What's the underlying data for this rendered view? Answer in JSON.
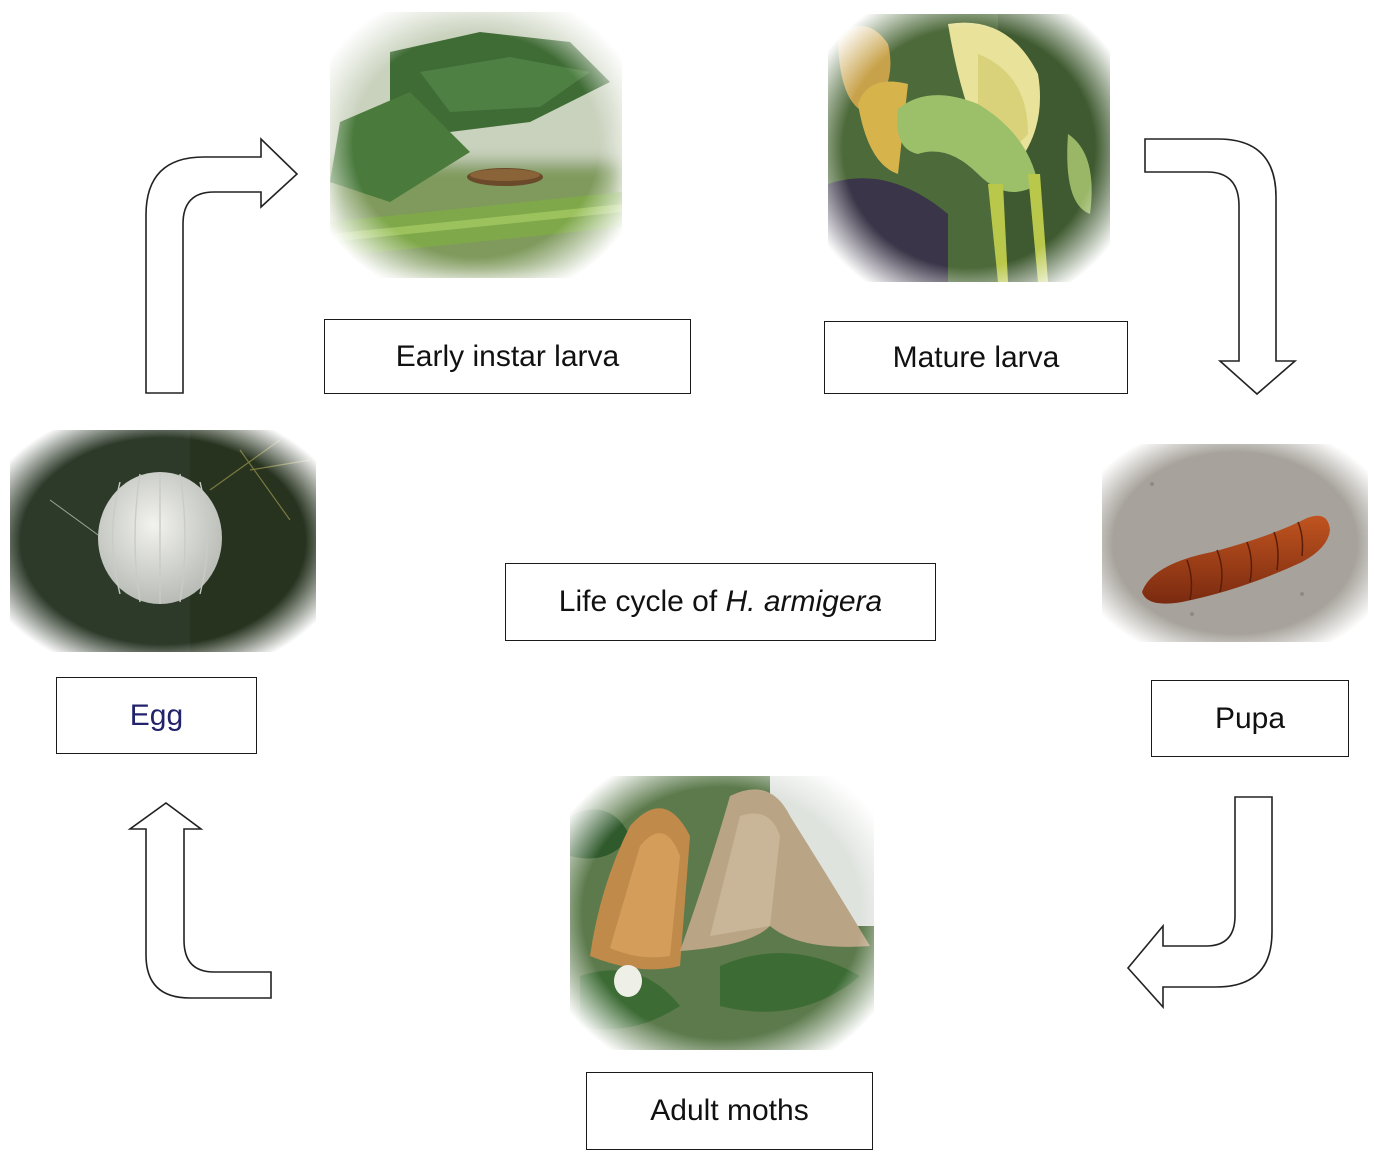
{
  "diagram": {
    "center_title": {
      "prefix": "Life cycle of ",
      "species": "H. armigera"
    },
    "stages": {
      "early_larva": {
        "label": "Early instar larva"
      },
      "mature_larva": {
        "label": "Mature larva"
      },
      "pupa": {
        "label": "Pupa"
      },
      "adult": {
        "label": "Adult moths"
      },
      "egg": {
        "label": "Egg"
      }
    },
    "colors": {
      "box_border": "#1a1a1a",
      "egg_label": "#23236b",
      "arrow_stroke": "#222222",
      "arrow_fill": "#ffffff"
    }
  }
}
